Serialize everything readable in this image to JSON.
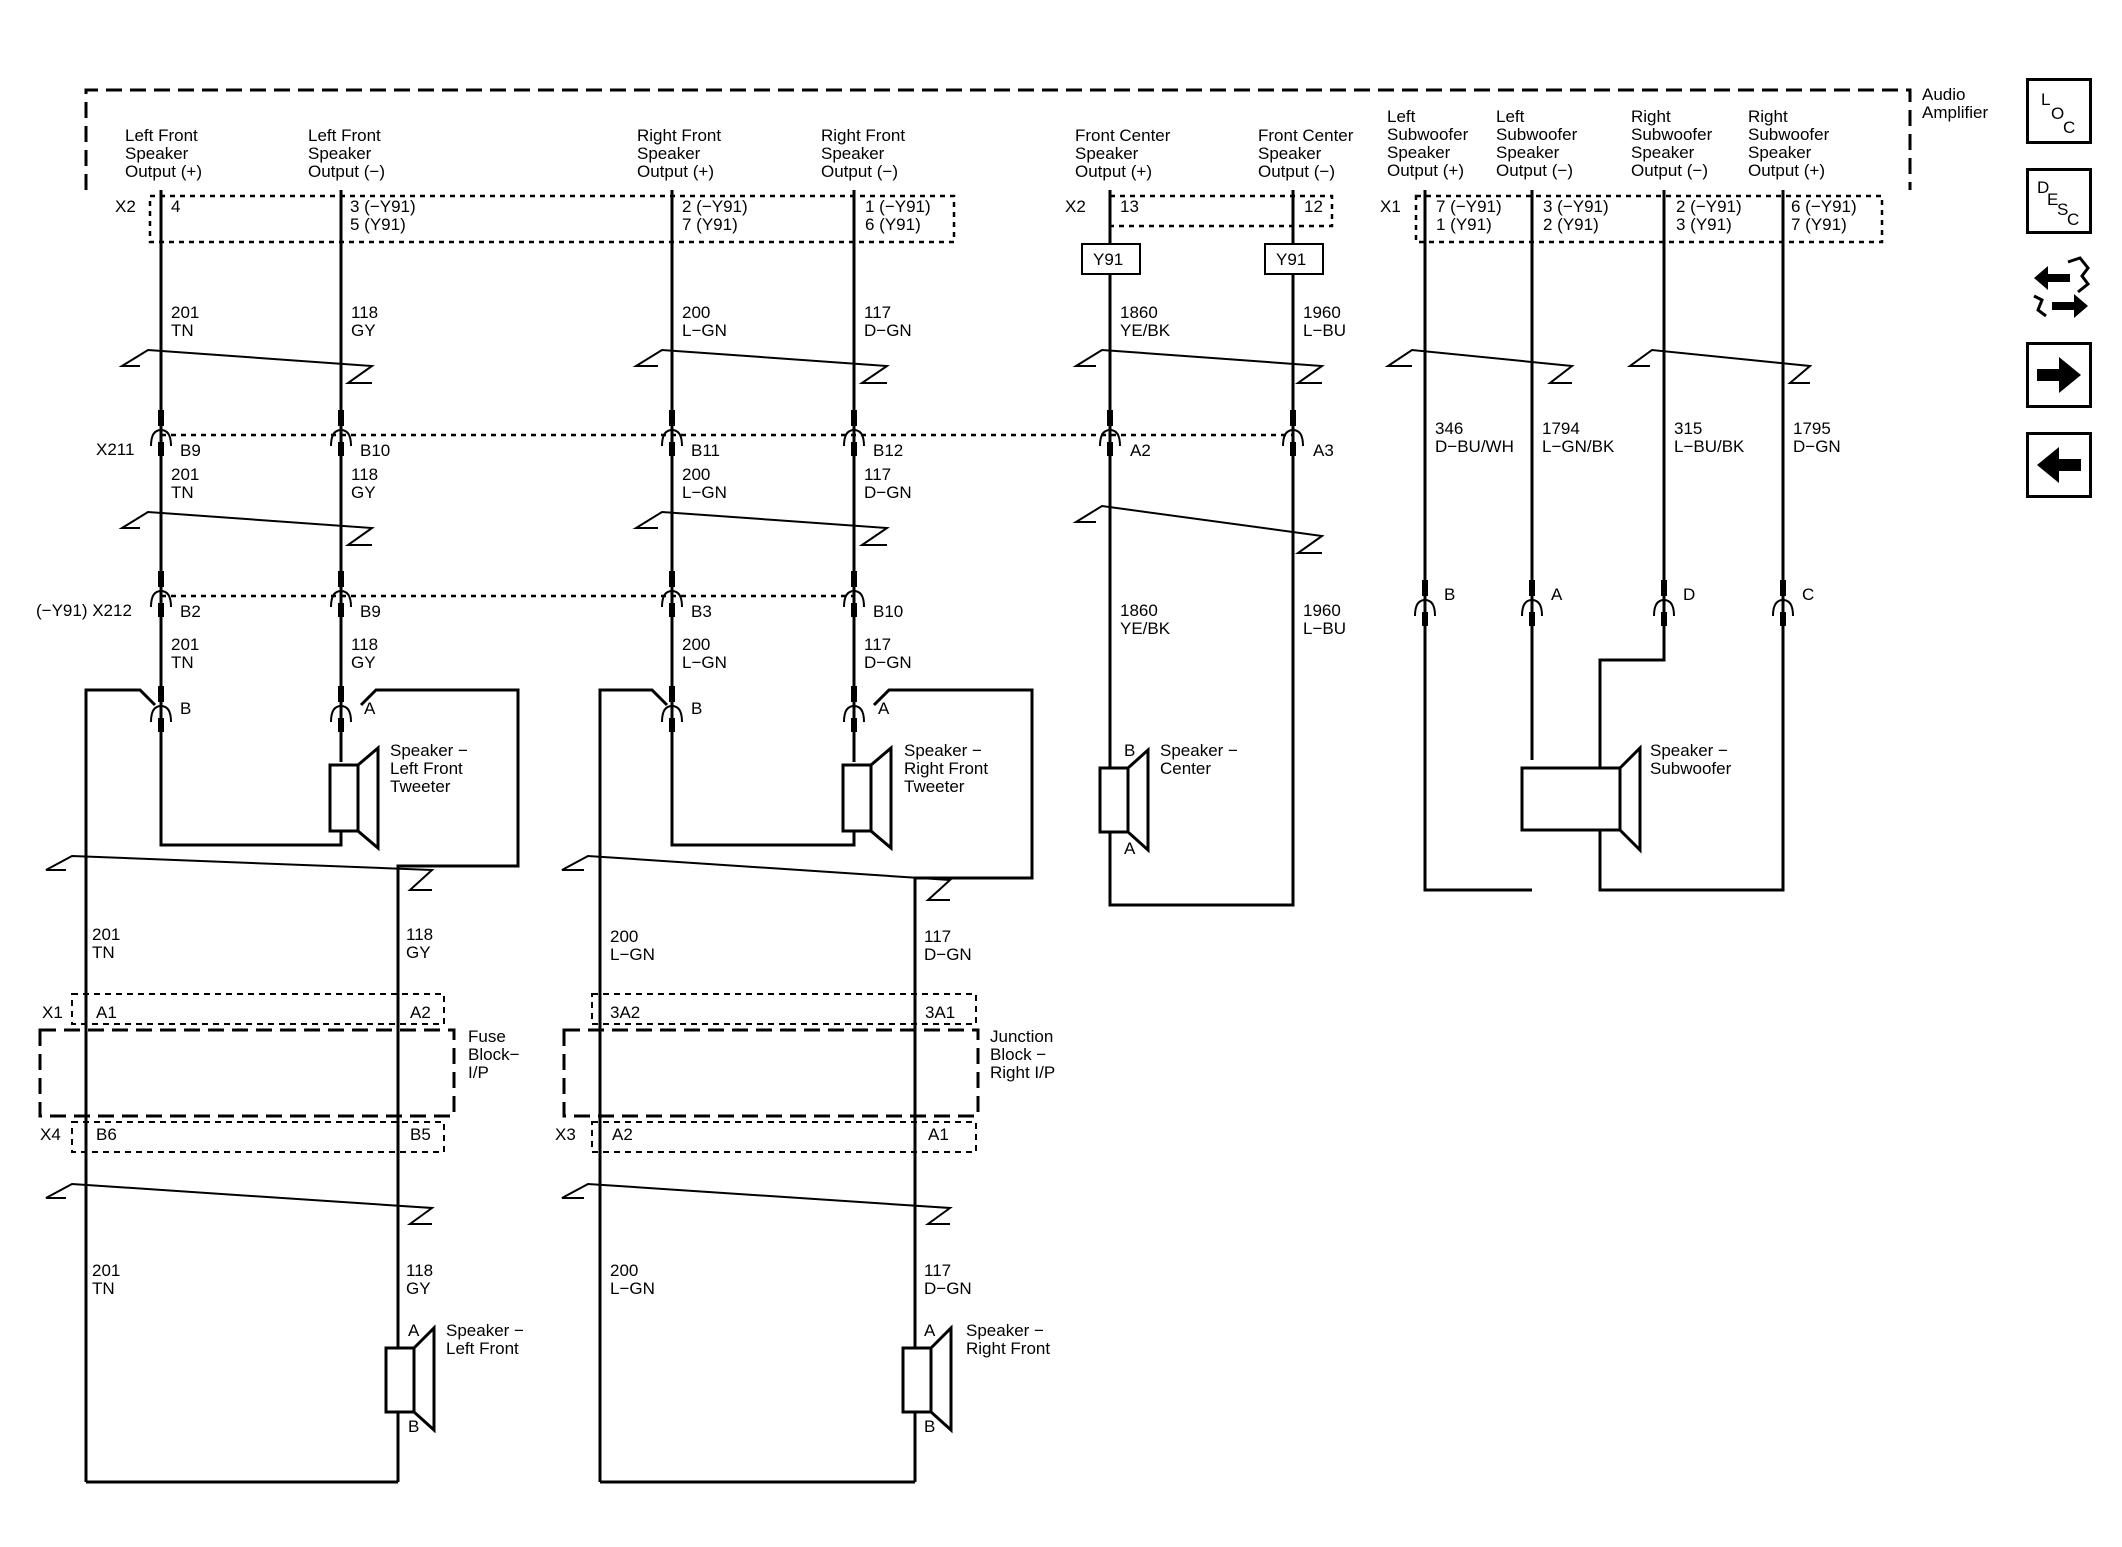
{
  "amplifier": {
    "name": "Audio Amplifier",
    "outputs": {
      "lf_pos": "Left Front Speaker Output (+)",
      "lf_neg": "Left Front Speaker Output (−)",
      "rf_pos": "Right Front Speaker Output (+)",
      "rf_neg": "Right Front Speaker Output (−)",
      "fc_pos": "Front Center Speaker Output (+)",
      "fc_neg": "Front Center Speaker Output (−)",
      "lsub_pos": "Left Subwoofer Speaker Output (+)",
      "lsub_neg": "Left Subwoofer Speaker Output (−)",
      "rsub_neg": "Right Subwoofer Speaker Output (−)",
      "rsub_pos": "Right Subwoofer Speaker Output (+)"
    },
    "pins": {
      "x2": "X2",
      "x1": "X1",
      "lf_pos": "4",
      "lf_neg": "3 (−Y91) 5 (Y91)",
      "rf_pos": "2 (−Y91) 7 (Y91)",
      "rf_neg": "1 (−Y91) 6 (Y91)",
      "fc_pos": "13",
      "fc_neg": "12",
      "lsub_pos": "7 (−Y91) 1 (Y91)",
      "lsub_neg": "3 (−Y91) 2 (Y91)",
      "rsub_neg": "2 (−Y91) 3 (Y91)",
      "rsub_pos": "6 (−Y91) 7 (Y91)"
    },
    "option_label": "Y91"
  },
  "wires": {
    "w201": "201 TN",
    "w118": "118 GY",
    "w200": "200 L−GN",
    "w117": "117 D−GN",
    "w1860": "1860 YE/BK",
    "w1960": "1960 L−BU",
    "w346": "346 D−BU/WH",
    "w1794": "1794 L−GN/BK",
    "w315": "315 L−BU/BK",
    "w1795": "1795 D−GN"
  },
  "connectors": {
    "x211": "X211",
    "x212": "(−Y91) X212",
    "x211_pins": [
      "B9",
      "B10",
      "B11",
      "B12",
      "A2",
      "A3"
    ],
    "x212_pins": [
      "B2",
      "B9",
      "B3",
      "B10"
    ],
    "sub_pins": [
      "B",
      "A",
      "D",
      "C"
    ]
  },
  "speakers": {
    "lf_tweeter": "Speaker − Left Front Tweeter",
    "rf_tweeter": "Speaker − Right Front Tweeter",
    "center": "Speaker − Center",
    "subwoofer": "Speaker − Subwoofer",
    "left_front": "Speaker − Left Front",
    "right_front": "Speaker − Right Front"
  },
  "terminals": {
    "a": "A",
    "b": "B"
  },
  "fuse_block": {
    "name": "Fuse Block− I/P",
    "x1": "X1",
    "x4": "X4",
    "a1": "A1",
    "a2": "A2",
    "b6": "B6",
    "b5": "B5"
  },
  "junction_block": {
    "name": "Junction Block − Right I/P",
    "x3": "X3",
    "p3a2": "3A2",
    "p3a1": "3A1",
    "a2": "A2",
    "a1": "A1"
  },
  "nav": {
    "loc": [
      "L",
      "O",
      "C"
    ],
    "desc": [
      "D",
      "E",
      "S",
      "C"
    ]
  }
}
